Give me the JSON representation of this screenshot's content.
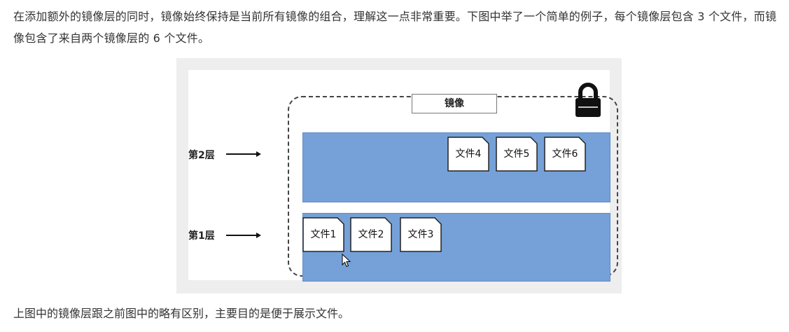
{
  "article": {
    "intro": "在添加额外的镜像层的同时，镜像始终保持是当前所有镜像的组合，理解这一点非常重要。下图中举了一个简单的例子，每个镜像层包含 3 个文件，而镜像包含了来自两个镜像层的 6 个文件。",
    "conclusion": "上图中的镜像层跟之前图中的略有区别，主要目的是便于展示文件。"
  },
  "figure": {
    "image_label": "镜像",
    "lock_icon": "lock-icon",
    "layers": [
      {
        "name": "第2层",
        "files": [
          "文件4",
          "文件5",
          "文件6"
        ]
      },
      {
        "name": "第1层",
        "files": [
          "文件1",
          "文件2",
          "文件3"
        ]
      }
    ],
    "colors": {
      "layer_fill": "#76a1d8",
      "frame_border": "#444444",
      "figure_background": "#eeeeee"
    }
  },
  "cursor_icon": "mouse-pointer-icon"
}
